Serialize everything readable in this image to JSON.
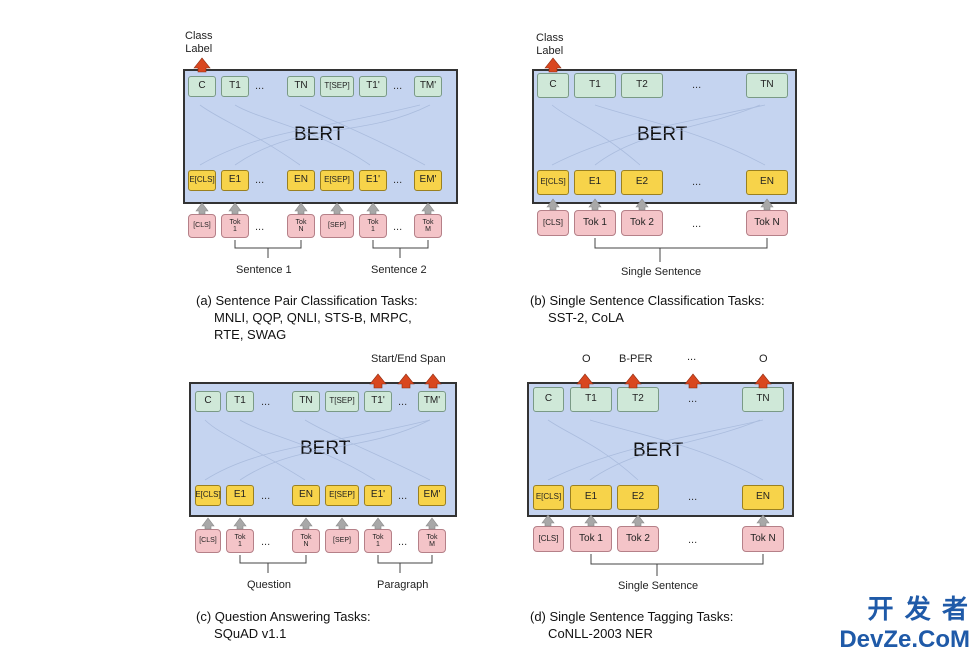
{
  "panels": {
    "a": {
      "model": "BERT",
      "class_label": "Class\nLabel",
      "outputs": [
        "C",
        "T1",
        "TN",
        "T[SEP]",
        "T1'",
        "TM'"
      ],
      "embeddings": [
        "E[CLS]",
        "E1",
        "EN",
        "E[SEP]",
        "E1'",
        "EM'"
      ],
      "tokens": [
        "[CLS]",
        "Tok\n1",
        "Tok\nN",
        "[SEP]",
        "Tok\n1",
        "Tok\nM"
      ],
      "segment_1": "Sentence 1",
      "segment_2": "Sentence 2",
      "caption": "(a) Sentence Pair Classification Tasks:\n     MNLI, QQP, QNLI, STS-B, MRPC,\n     RTE, SWAG"
    },
    "b": {
      "model": "BERT",
      "class_label": "Class\nLabel",
      "outputs": [
        "C",
        "T1",
        "T2",
        "TN"
      ],
      "embeddings": [
        "E[CLS]",
        "E1",
        "E2",
        "EN"
      ],
      "tokens": [
        "[CLS]",
        "Tok 1",
        "Tok 2",
        "Tok N"
      ],
      "segment": "Single Sentence",
      "caption": "(b) Single Sentence Classification Tasks:\n     SST-2, CoLA"
    },
    "c": {
      "model": "BERT",
      "span_label": "Start/End Span",
      "outputs": [
        "C",
        "T1",
        "TN",
        "T[SEP]",
        "T1'",
        "TM'"
      ],
      "embeddings": [
        "E[CLS]",
        "E1",
        "EN",
        "E[SEP]",
        "E1'",
        "EM'"
      ],
      "tokens": [
        "[CLS]",
        "Tok\n1",
        "Tok\nN",
        "[SEP]",
        "Tok\n1",
        "Tok\nM"
      ],
      "segment_1": "Question",
      "segment_2": "Paragraph",
      "caption": "(c) Question Answering Tasks:\n     SQuAD v1.1"
    },
    "d": {
      "model": "BERT",
      "tags": [
        "O",
        "B-PER",
        "...",
        "O"
      ],
      "outputs": [
        "C",
        "T1",
        "T2",
        "TN"
      ],
      "embeddings": [
        "E[CLS]",
        "E1",
        "E2",
        "EN"
      ],
      "tokens": [
        "[CLS]",
        "Tok 1",
        "Tok 2",
        "Tok N"
      ],
      "segment": "Single Sentence",
      "caption": "(d) Single Sentence Tagging Tasks:\n     CoNLL-2003 NER"
    }
  },
  "ellipsis": "...",
  "watermark": {
    "line1": "开 发 者",
    "line2": "DevZe.CoM"
  },
  "colors": {
    "bert": "#c5d4f0",
    "output": "#cfe8d8",
    "embedding": "#f7d34a",
    "token": "#f4c4c8",
    "arrow": "#d9471f"
  }
}
